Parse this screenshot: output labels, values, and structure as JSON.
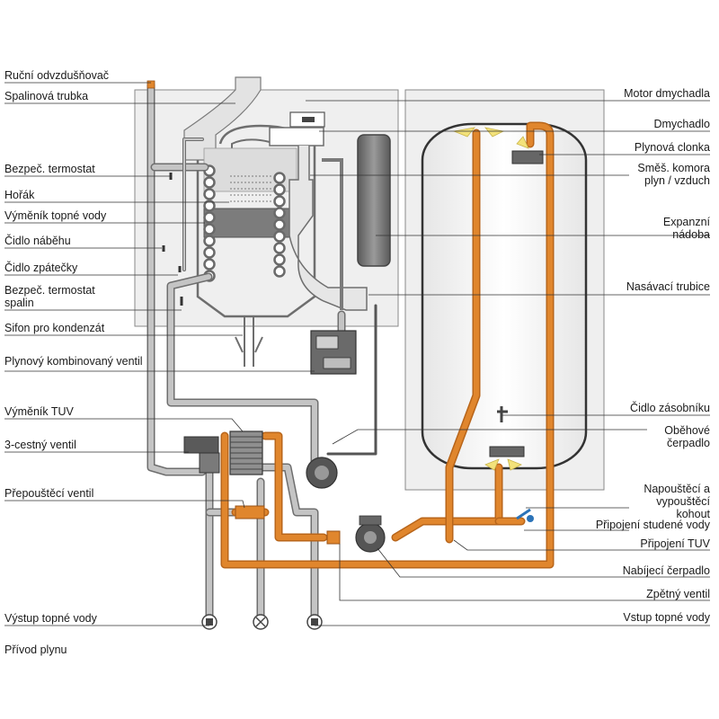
{
  "labels_left": [
    {
      "id": "rucni-odvzdusnovac",
      "text": "Ruční odvzdušňovač"
    },
    {
      "id": "spalinova-trubka",
      "text": "Spalinová trubka"
    },
    {
      "id": "bezpec-termostat",
      "text": "Bezpeč. termostat"
    },
    {
      "id": "horak",
      "text": "Hořák"
    },
    {
      "id": "vymenik-topne-vody",
      "text": "Výměník topné vody"
    },
    {
      "id": "cidlo-nabehu",
      "text": "Čidlo náběhu"
    },
    {
      "id": "cidlo-zpatecky",
      "text": "Čidlo zpátečky"
    },
    {
      "id": "bezpec-termostat-spalin",
      "text": "Bezpeč. termostat spalin"
    },
    {
      "id": "sifon",
      "text": "Sifon pro kondenzát"
    },
    {
      "id": "plynovy-kombinovany-ventil",
      "text": "Plynový kombinovaný ventil"
    },
    {
      "id": "vymenik-tuv",
      "text": "Výměník TUV"
    },
    {
      "id": "trojcestny-ventil",
      "text": "3-cestný ventil"
    },
    {
      "id": "prepousteci-ventil",
      "text": "Přepouštěcí ventil"
    },
    {
      "id": "vystup-topne-vody",
      "text": "Výstup topné vody"
    },
    {
      "id": "privod-plynu",
      "text": "Přívod plynu"
    }
  ],
  "labels_right": [
    {
      "id": "motor-dmychadla",
      "text": "Motor dmychadla"
    },
    {
      "id": "dmychadlo",
      "text": "Dmychadlo"
    },
    {
      "id": "plynova-clonka",
      "text": "Plynová clonka"
    },
    {
      "id": "smes-komora",
      "text": "Směš. komora plyn / vzduch"
    },
    {
      "id": "expanzni-nadoba",
      "text": "Expanzní nádoba"
    },
    {
      "id": "nasavaci-trubice",
      "text": "Nasávací trubice"
    },
    {
      "id": "cidlo-zasobniku",
      "text": "Čidlo zásobníku"
    },
    {
      "id": "obehove-cerpadlo",
      "text": "Oběhové čerpadlo"
    },
    {
      "id": "napousteci-kohout",
      "text": "Napouštěcí a vypouštěcí kohout"
    },
    {
      "id": "pripojeni-studene-vody",
      "text": "Připojení studené vody"
    },
    {
      "id": "pripojeni-tuv",
      "text": "Připojení TUV"
    },
    {
      "id": "nabijeci-cerpadlo",
      "text": "Nabíjecí čerpadlo"
    },
    {
      "id": "zpetny-ventil",
      "text": "Zpětný ventil"
    },
    {
      "id": "vstup-topne-vody",
      "text": "Vstup topné vody"
    }
  ],
  "colors": {
    "hot_pipe": "#e0862d",
    "hot_pipe_edge": "#b8651a",
    "grey_pipe": "#c4c4c4",
    "grey_pipe_edge": "#6e6e6e",
    "panel_fill": "#efefef",
    "panel_edge": "#8a8a8a",
    "component_dark": "#4a4a4a",
    "flame_yellow": "#f3e27a",
    "leader": "#333333"
  }
}
